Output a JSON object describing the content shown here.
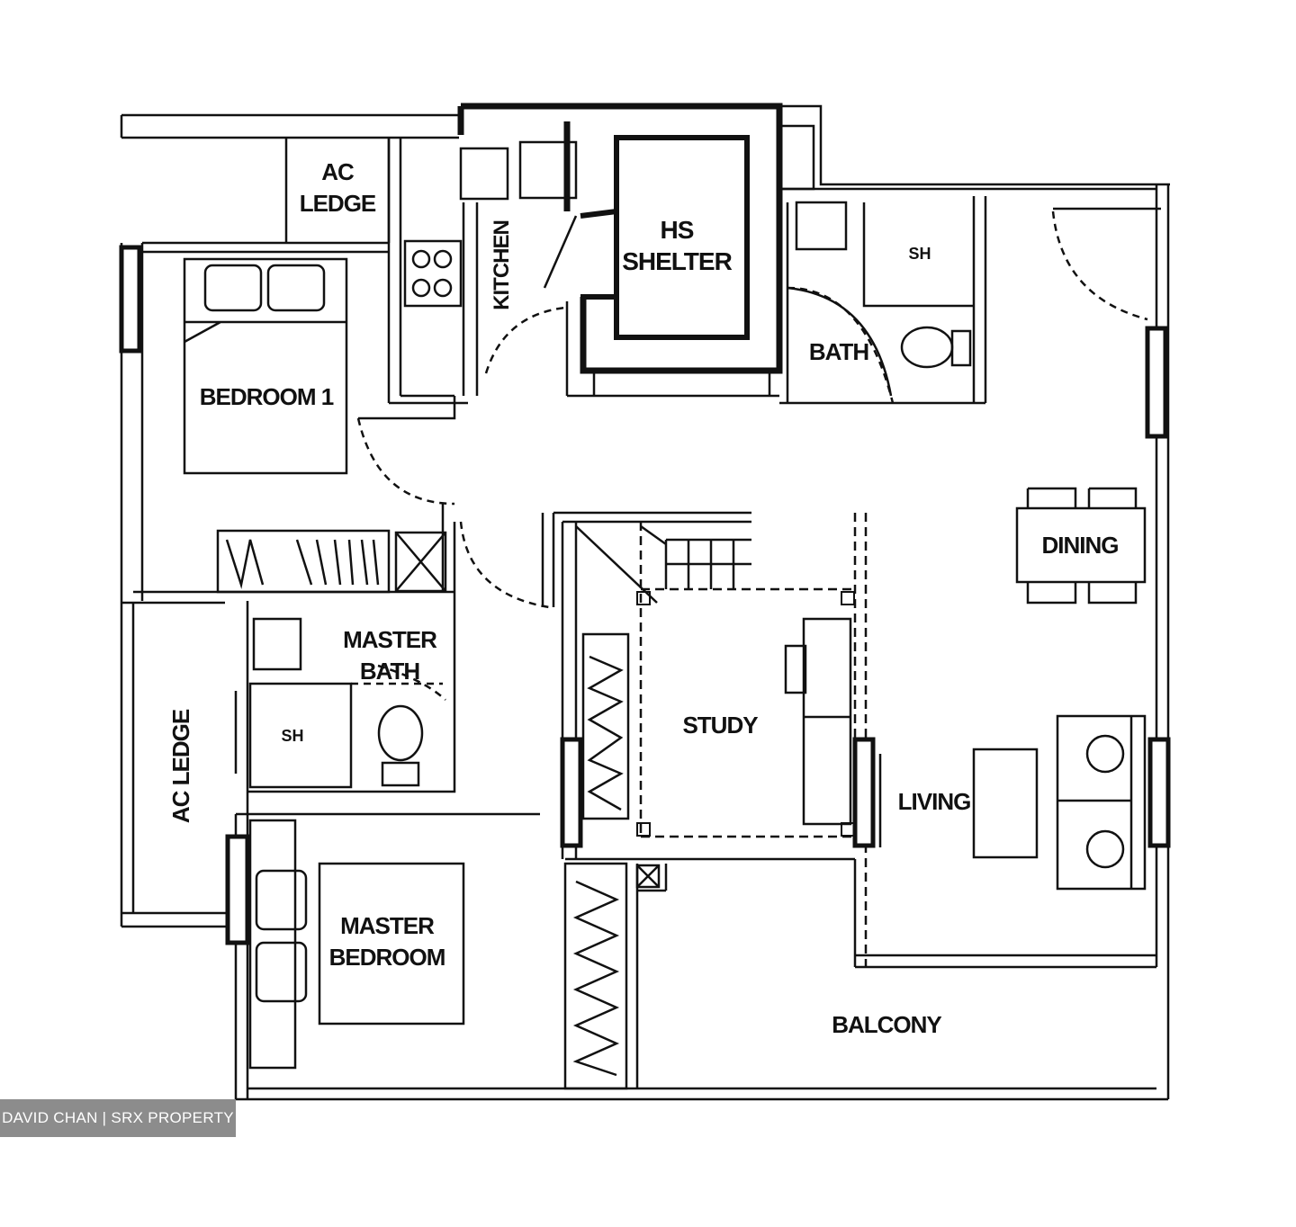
{
  "rooms": {
    "ac_ledge_top_line1": "AC",
    "ac_ledge_top_line2": "LEDGE",
    "kitchen": "KITCHEN",
    "hs_shelter_line1": "HS",
    "hs_shelter_line2": "SHELTER",
    "sh_top": "SH",
    "bath": "BATH",
    "bedroom_1": "BEDROOM 1",
    "dining": "DINING",
    "master_bath_line1": "MASTER",
    "master_bath_line2": "BATH",
    "sh_master": "SH",
    "ac_ledge_side": "AC LEDGE",
    "study": "STUDY",
    "living": "LIVING",
    "master_bedroom_line1": "MASTER",
    "master_bedroom_line2": "BEDROOM",
    "balcony": "BALCONY"
  },
  "watermark": "DAVID CHAN | SRX PROPERTY"
}
